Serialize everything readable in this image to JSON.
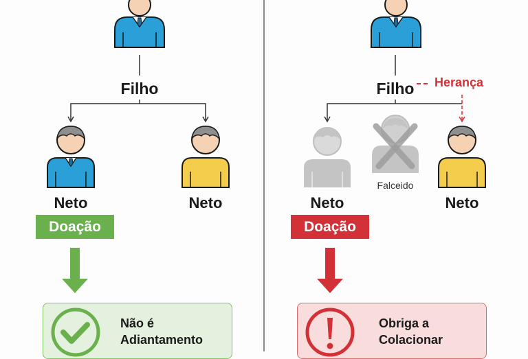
{
  "colors": {
    "green": "#6ab04c",
    "green_bg": "#e3f1de",
    "red": "#d23237",
    "red_bg": "#f9dcdc",
    "blue_shirt": "#2b9fd8",
    "yellow_shirt": "#f5cd4c",
    "skin": "#f6d2b4",
    "hair": "#8f8f8f",
    "grey_person": "#c4c4c4"
  },
  "left_panel": {
    "parent_label": "Filho",
    "children": [
      {
        "label": "Neto",
        "shirt": "blue"
      },
      {
        "label": "Neto",
        "shirt": "yellow"
      }
    ],
    "tag": "Doação",
    "result_line1": "Não é",
    "result_line2": "Adiantamento",
    "result_icon": "check-circle-icon"
  },
  "right_panel": {
    "parent_label": "Filho",
    "inheritance_label": "Herança",
    "children": [
      {
        "label": "Neto",
        "state": "greyed"
      },
      {
        "label": "Falceido",
        "state": "deceased"
      },
      {
        "label": "Neto",
        "shirt": "yellow"
      }
    ],
    "tag": "Doação",
    "result_line1": "Obriga a",
    "result_line2": "Colacionar",
    "result_icon": "exclamation-circle-icon"
  }
}
